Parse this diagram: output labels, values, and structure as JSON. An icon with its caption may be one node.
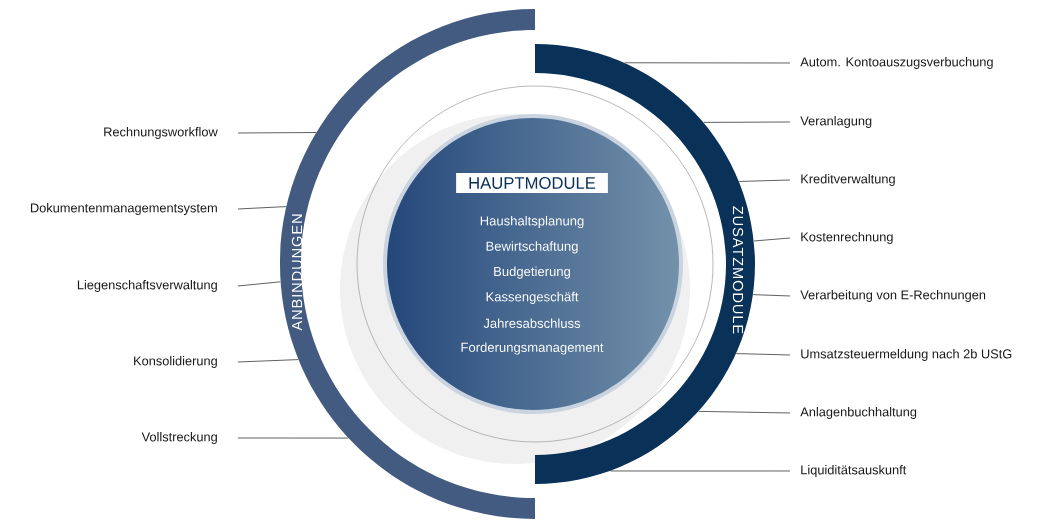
{
  "diagram": {
    "nodes": [
      {
        "text": [
          "ANBINDUNGEN"
        ]
      },
      {
        "text": [
          "ZUSATZMODULE"
        ]
      },
      {
        "text": [
          "HAUPTMODULE",
          "Haushaltsplanung",
          "Bewirtschaftung",
          "Budgetierung",
          "Kassengeschäft",
          "Jahresabschluss",
          "Forderungsmanagement"
        ]
      },
      {
        "text": [
          "Rechnungsworkflow"
        ]
      },
      {
        "text": [
          "Dokumentenmanagementsystem"
        ]
      },
      {
        "text": [
          "Liegenschaftsverwaltung"
        ]
      },
      {
        "text": [
          "Konsolidierung"
        ]
      },
      {
        "text": [
          "Vollstreckung"
        ]
      },
      {
        "text": [
          "Autom. Kontoauszugsverbuchung"
        ]
      },
      {
        "text": [
          "Veranlagung"
        ]
      },
      {
        "text": [
          "Kreditverwaltung"
        ]
      },
      {
        "text": [
          "Kostenrechnung"
        ]
      },
      {
        "text": [
          "Verarbeitung von E-Rechnungen"
        ]
      },
      {
        "text": [
          "Umsatzsteuermeldung nach 2b UStG"
        ]
      },
      {
        "text": [
          "Anlagenbuchhaltung"
        ]
      },
      {
        "text": [
          "Liquiditätsauskunft"
        ]
      }
    ],
    "edges": [
      {
        "from": 3,
        "to": 0,
        "arrow": "none"
      },
      {
        "from": 4,
        "to": 0,
        "arrow": "none"
      },
      {
        "from": 5,
        "to": 0,
        "arrow": "none"
      },
      {
        "from": 6,
        "to": 0,
        "arrow": "none"
      },
      {
        "from": 7,
        "to": 0,
        "arrow": "none"
      },
      {
        "from": 8,
        "to": 1,
        "arrow": "none"
      },
      {
        "from": 9,
        "to": 1,
        "arrow": "none"
      },
      {
        "from": 10,
        "to": 1,
        "arrow": "none"
      },
      {
        "from": 11,
        "to": 1,
        "arrow": "none"
      },
      {
        "from": 12,
        "to": 1,
        "arrow": "none"
      },
      {
        "from": 13,
        "to": 1,
        "arrow": "none"
      },
      {
        "from": 14,
        "to": 1,
        "arrow": "none"
      },
      {
        "from": 15,
        "to": 1,
        "arrow": "none"
      }
    ]
  }
}
